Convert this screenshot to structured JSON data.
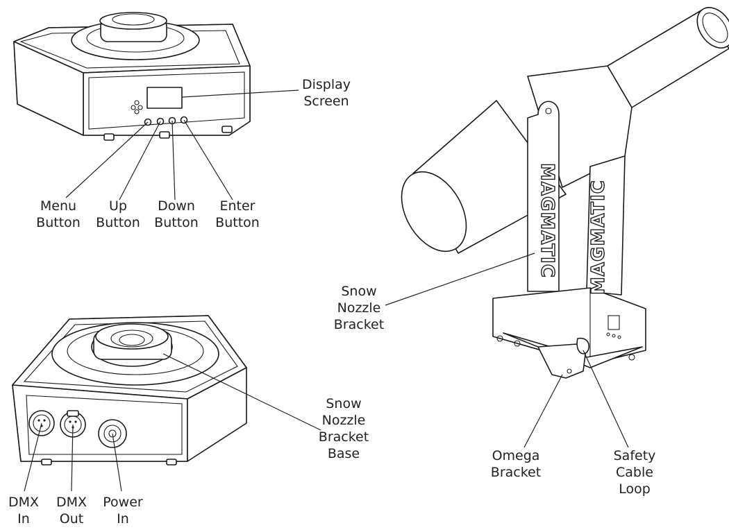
{
  "labels": {
    "display_screen": [
      "Display",
      "Screen"
    ],
    "menu_button": [
      "Menu",
      "Button"
    ],
    "up_button": [
      "Up",
      "Button"
    ],
    "down_button": [
      "Down",
      "Button"
    ],
    "enter_button": [
      "Enter",
      "Button"
    ],
    "snow_nozzle_bracket": [
      "Snow",
      "Nozzle",
      "Bracket"
    ],
    "snow_nozzle_bracket_base": [
      "Snow",
      "Nozzle",
      "Bracket",
      "Base"
    ],
    "dmx_in": [
      "DMX",
      "In"
    ],
    "dmx_out": [
      "DMX",
      "Out"
    ],
    "power_in": [
      "Power",
      "In"
    ],
    "omega_bracket": [
      "Omega",
      "Bracket"
    ],
    "safety_cable_loop": [
      "Safety",
      "Cable",
      "Loop"
    ]
  },
  "brand_marks": {
    "front": "MAGMATIC",
    "side": "MAGMATIC"
  }
}
